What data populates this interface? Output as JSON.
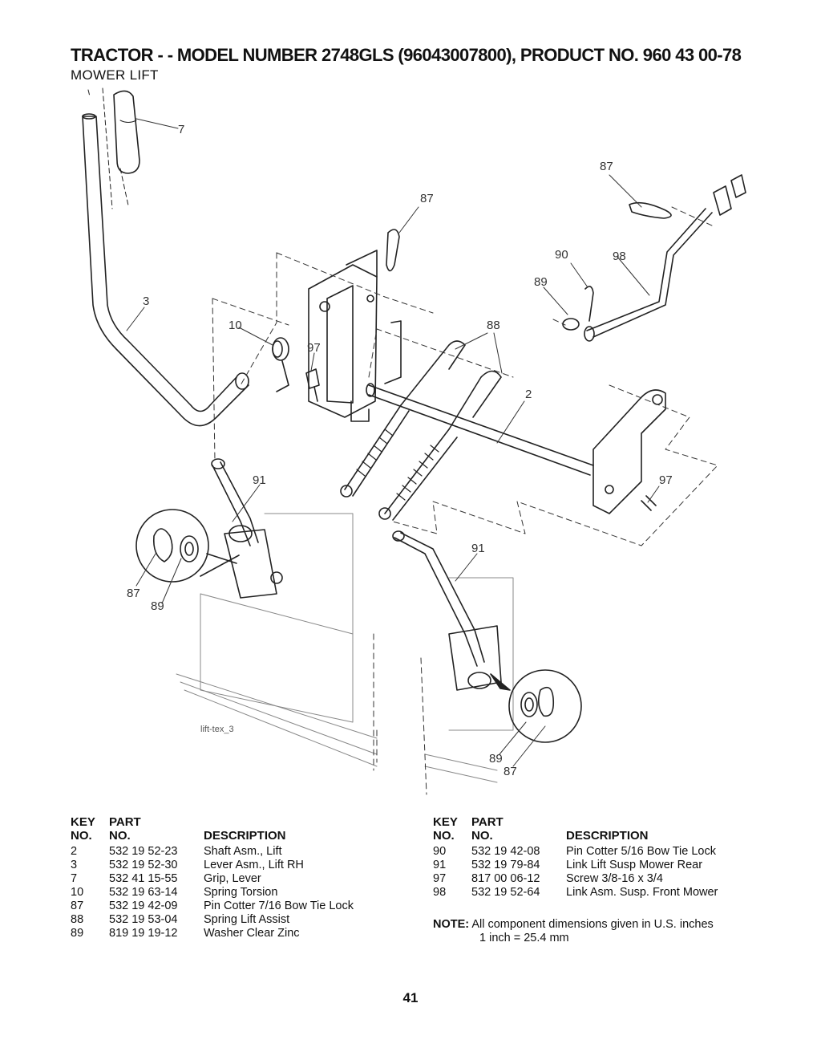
{
  "title": "TRACTOR - - MODEL NUMBER 2748GLS (96043007800), PRODUCT NO. 960 43 00-78",
  "subtitle": "MOWER LIFT",
  "diagram": {
    "caption": "lift-tex_3",
    "callouts": [
      "7",
      "87",
      "87",
      "90",
      "98",
      "89",
      "3",
      "10",
      "97",
      "88",
      "2",
      "91",
      "97",
      "87",
      "89",
      "91",
      "89",
      "87"
    ]
  },
  "table_headers": {
    "key_line1": "KEY",
    "key_line2": "NO.",
    "part_line1": "PART",
    "part_line2": "NO.",
    "description": "DESCRIPTION"
  },
  "parts_left": [
    {
      "key": "2",
      "part": "532 19 52-23",
      "desc": "Shaft Asm., Lift"
    },
    {
      "key": "3",
      "part": "532 19 52-30",
      "desc": "Lever Asm., Lift RH"
    },
    {
      "key": "7",
      "part": "532 41 15-55",
      "desc": "Grip, Lever"
    },
    {
      "key": "10",
      "part": "532 19 63-14",
      "desc": "Spring  Torsion"
    },
    {
      "key": "87",
      "part": "532 19 42-09",
      "desc": "Pin Cotter 7/16 Bow Tie Lock"
    },
    {
      "key": "88",
      "part": "532 19 53-04",
      "desc": "Spring Lift Assist"
    },
    {
      "key": "89",
      "part": "819 19 19-12",
      "desc": "Washer Clear Zinc"
    }
  ],
  "parts_right": [
    {
      "key": "90",
      "part": "532 19 42-08",
      "desc": "Pin Cotter 5/16 Bow Tie Lock"
    },
    {
      "key": "91",
      "part": "532 19 79-84",
      "desc": "Link Lift Susp Mower Rear"
    },
    {
      "key": "97",
      "part": "817 00 06-12",
      "desc": "Screw 3/8-16 x 3/4"
    },
    {
      "key": "98",
      "part": "532 19 52-64",
      "desc": "Link Asm. Susp. Front Mower"
    }
  ],
  "note": {
    "label": "NOTE:",
    "line1": "All component dimensions given in U.S. inches",
    "line2": "1 inch = 25.4 mm"
  },
  "page_number": "41"
}
